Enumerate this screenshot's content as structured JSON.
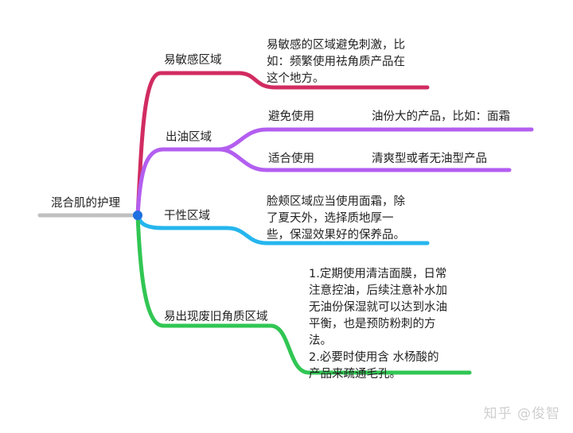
{
  "root": {
    "label": "混合肌的护理"
  },
  "colors": {
    "root": "#c0c0c0",
    "root_dot": "#1e6fe0",
    "branch_1": "#d12c61",
    "branch_2": "#b35ef0",
    "branch_3": "#25b6ee",
    "branch_4": "#31c653"
  },
  "branches": [
    {
      "label": "易敏感区域",
      "note": "易敏感的区域避免刺激，比\n如：频繁使用祛角质产品在\n这个地方。"
    },
    {
      "label": "出油区域",
      "children": [
        {
          "label": "避免使用",
          "note": "油份大的产品，比如：面霜"
        },
        {
          "label": "适合使用",
          "note": "清爽型或者无油型产品"
        }
      ]
    },
    {
      "label": "干性区域",
      "note": "脸颊区域应当使用面霜，除\n了夏天外，选择质地厚一\n些，保湿效果好的保养品。"
    },
    {
      "label": "易出现废旧角质区域",
      "note": "1.定期使用清洁面膜，日常\n注意控油，后续注意补水加\n无油份保湿就可以达到水油\n平衡，也是预防粉刺的方\n法。\n2.必要时使用含  水杨酸的\n产品来疏通毛孔。"
    }
  ],
  "watermark": "知乎 @俊智"
}
